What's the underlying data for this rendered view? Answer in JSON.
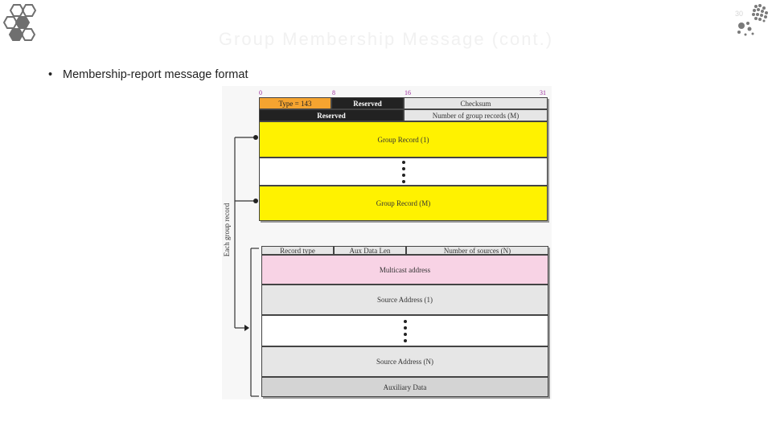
{
  "slide": {
    "title": "Group Membership Message (cont.)",
    "page_number": "30",
    "bullet": "Membership-report message format"
  },
  "header_bits": [
    "0",
    "8",
    "16",
    "31"
  ],
  "message": {
    "type": "Type = 143",
    "reserved_1": "Reserved",
    "checksum": "Checksum",
    "reserved_2": "Reserved",
    "num_records": "Number of group records (M)",
    "group_record_1": "Group Record (1)",
    "group_record_m": "Group Record (M)"
  },
  "side_label": "Each group record",
  "record": {
    "record_type": "Record type",
    "aux_data_len": "Aux Data Len",
    "num_sources": "Number of sources (N)",
    "multicast_address": "Multicast address",
    "source_1": "Source Address (1)",
    "source_n": "Source Address (N)",
    "aux_data": "Auxiliary Data"
  },
  "colors": {
    "orange": "#f5a430",
    "dark": "#222222",
    "yellow": "#fff200",
    "pink": "#f8d3e5",
    "grey": "#e6e6e6"
  },
  "icons": [
    "hexagon-logo-icon",
    "dotted-sphere-logo-icon"
  ]
}
